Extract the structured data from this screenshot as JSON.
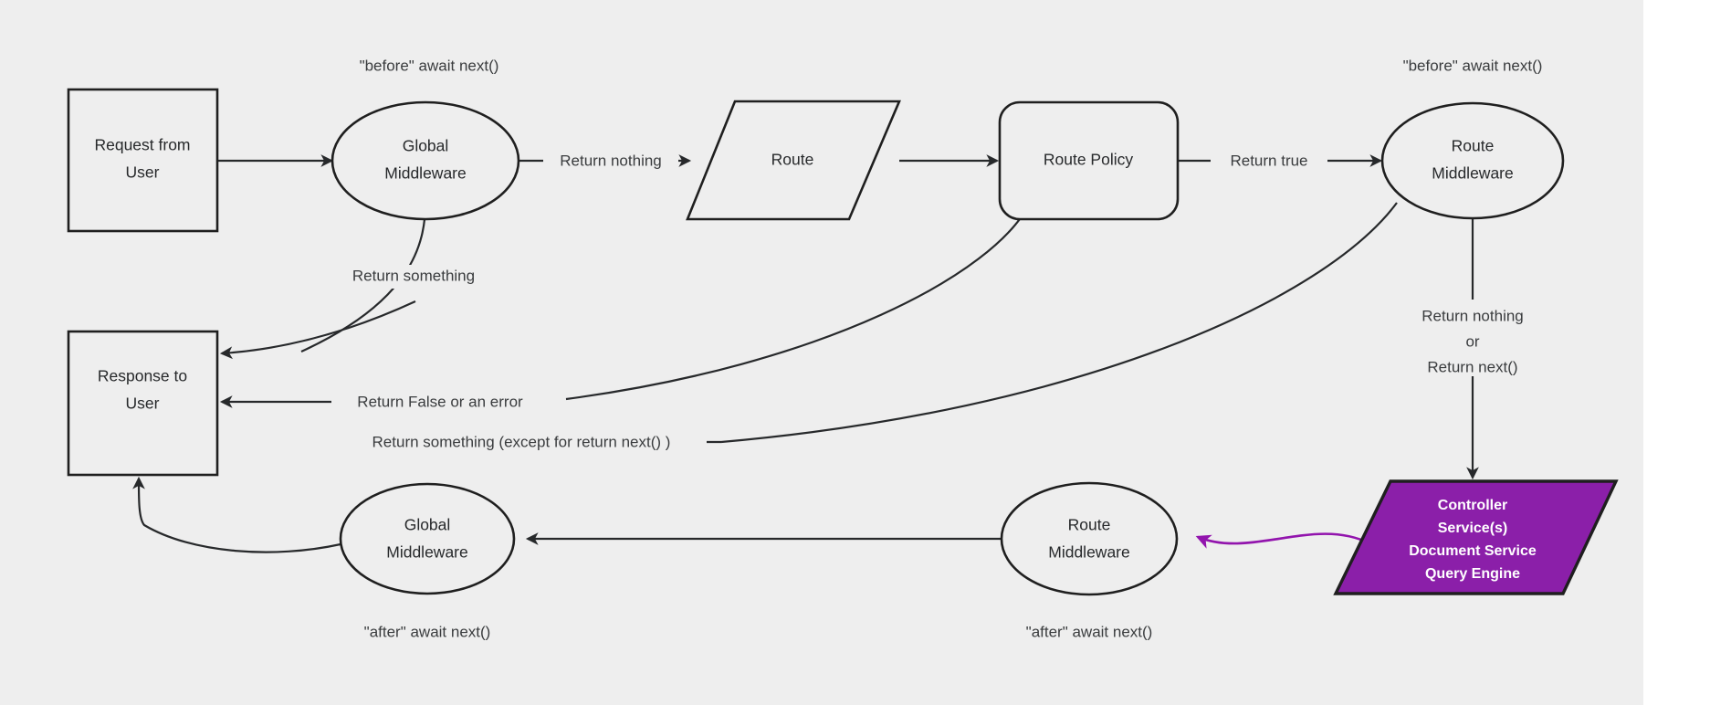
{
  "diagram": {
    "title": "Request middleware lifecycle flowchart",
    "background_color": "#eeeeee",
    "page_background_color": "#ffffff",
    "line_color": "#27292b",
    "accent_color": "#9214ad",
    "nodes": {
      "request_from_user": {
        "line1": "Request from",
        "line2": "User",
        "shape": "rectangle"
      },
      "global_middleware_top": {
        "line1": "Global",
        "line2": "Middleware",
        "shape": "ellipse"
      },
      "route": {
        "line1": "Route",
        "shape": "parallelogram"
      },
      "route_policy": {
        "line1": "Route Policy",
        "shape": "rounded-rectangle"
      },
      "route_middleware_top": {
        "line1": "Route",
        "line2": "Middleware",
        "shape": "ellipse"
      },
      "response_to_user": {
        "line1": "Response to",
        "line2": "User",
        "shape": "rectangle"
      },
      "global_middleware_bottom": {
        "line1": "Global",
        "line2": "Middleware",
        "shape": "ellipse"
      },
      "route_middleware_bottom": {
        "line1": "Route",
        "line2": "Middleware",
        "shape": "ellipse"
      },
      "controller_services": {
        "line1": "Controller",
        "line2": "Service(s)",
        "line3": "Document Service",
        "line4": "Query Engine",
        "shape": "parallelogram",
        "fill": "#8b1fa9",
        "text_color": "#ffffff"
      }
    },
    "notes": {
      "before_await_next_global": "\"before\" await next()",
      "before_await_next_route": "\"before\" await next()",
      "after_await_next_global": "\"after\" await next()",
      "after_await_next_route": "\"after\" await next()"
    },
    "edge_labels": {
      "return_nothing": "Return nothing",
      "return_true": "Return true",
      "return_something_global": "Return something",
      "return_false_or_error": "Return False or an error",
      "return_something_except_next": "Return something (except for return next() )",
      "return_nothing_or_next_line1": "Return nothing",
      "return_nothing_or_next_line2": "or",
      "return_nothing_or_next_line3": "Return next()"
    }
  }
}
